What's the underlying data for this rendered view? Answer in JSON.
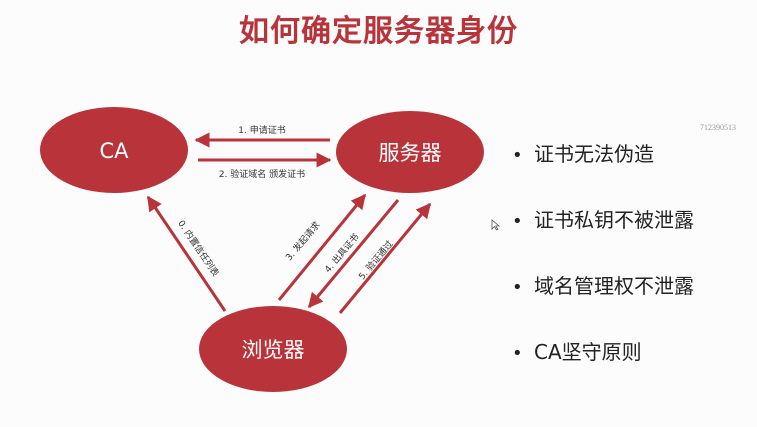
{
  "title": "如何确定服务器身份",
  "colors": {
    "accent": "#b8343a",
    "node_fill": "#b8343a",
    "arrow": "#b8343a",
    "text": "#222222"
  },
  "nodes": {
    "ca": "CA",
    "server": "服务器",
    "browser": "浏览器"
  },
  "edges": {
    "e1": "1. 申请证书",
    "e2": "2. 验证域名 颁发证书",
    "e0": "0. 内置信任列表",
    "e3": "3. 发起请求",
    "e4": "4. 出具证书",
    "e5": "5. 验证通过"
  },
  "watermark": "712390513",
  "bullets": [
    "证书无法伪造",
    "证书私钥不被泄露",
    "域名管理权不泄露",
    "CA坚守原则"
  ]
}
